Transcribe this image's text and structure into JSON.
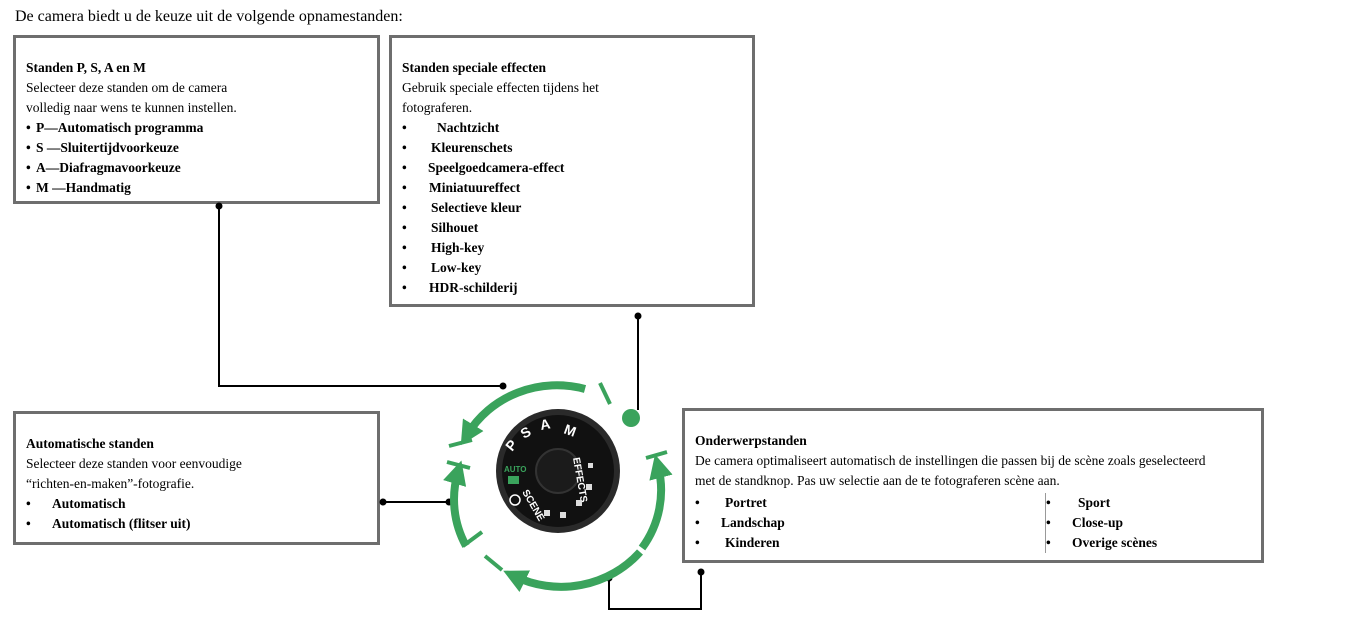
{
  "intro": "De camera biedt u de keuze uit de volgende opnamestanden:",
  "psam": {
    "title": "Standen P, S, A en M",
    "desc1": "Selecteer deze standen om de camera",
    "desc2": "volledig naar wens te kunnen instellen.",
    "items": [
      "P—Automatisch programma",
      "S —Sluitertijdvoorkeuze",
      "A—Diafragmavoorkeuze",
      "M —Handmatig"
    ]
  },
  "effects": {
    "title": "Standen speciale effecten",
    "desc1": "Gebruik speciale effecten tijdens het",
    "desc2": "fotograferen.",
    "items": [
      "Nachtzicht",
      "Kleurenschets",
      "Speelgoedcamera-effect",
      "Miniatuureffect",
      "Selectieve kleur",
      "Silhouet",
      "High-key",
      "Low-key",
      "HDR-schilderij"
    ]
  },
  "auto": {
    "title": "Automatische standen",
    "desc1": "Selecteer deze standen voor eenvoudige",
    "desc2": "“richten-en-maken”-fotografie.",
    "items": [
      "Automatisch",
      "Automatisch (flitser uit)"
    ]
  },
  "scene": {
    "title": "Onderwerpstanden",
    "desc1": "De camera optimaliseert automatisch de instellingen die passen bij de scène zoals geselecteerd",
    "desc2": "met de standknop. Pas uw selectie aan de te fotograferen scène aan.",
    "col1": [
      "Portret",
      "Landschap",
      "Kinderen"
    ],
    "col2": [
      "Sport",
      "Close-up",
      "Overige scènes"
    ]
  },
  "dial": {
    "labels": [
      "M",
      "A",
      "S",
      "P",
      "AUTO",
      "SCENE",
      "EFFECTS"
    ]
  },
  "colors": {
    "arrow": "#3aa35c",
    "border": "#6e6e6e"
  }
}
